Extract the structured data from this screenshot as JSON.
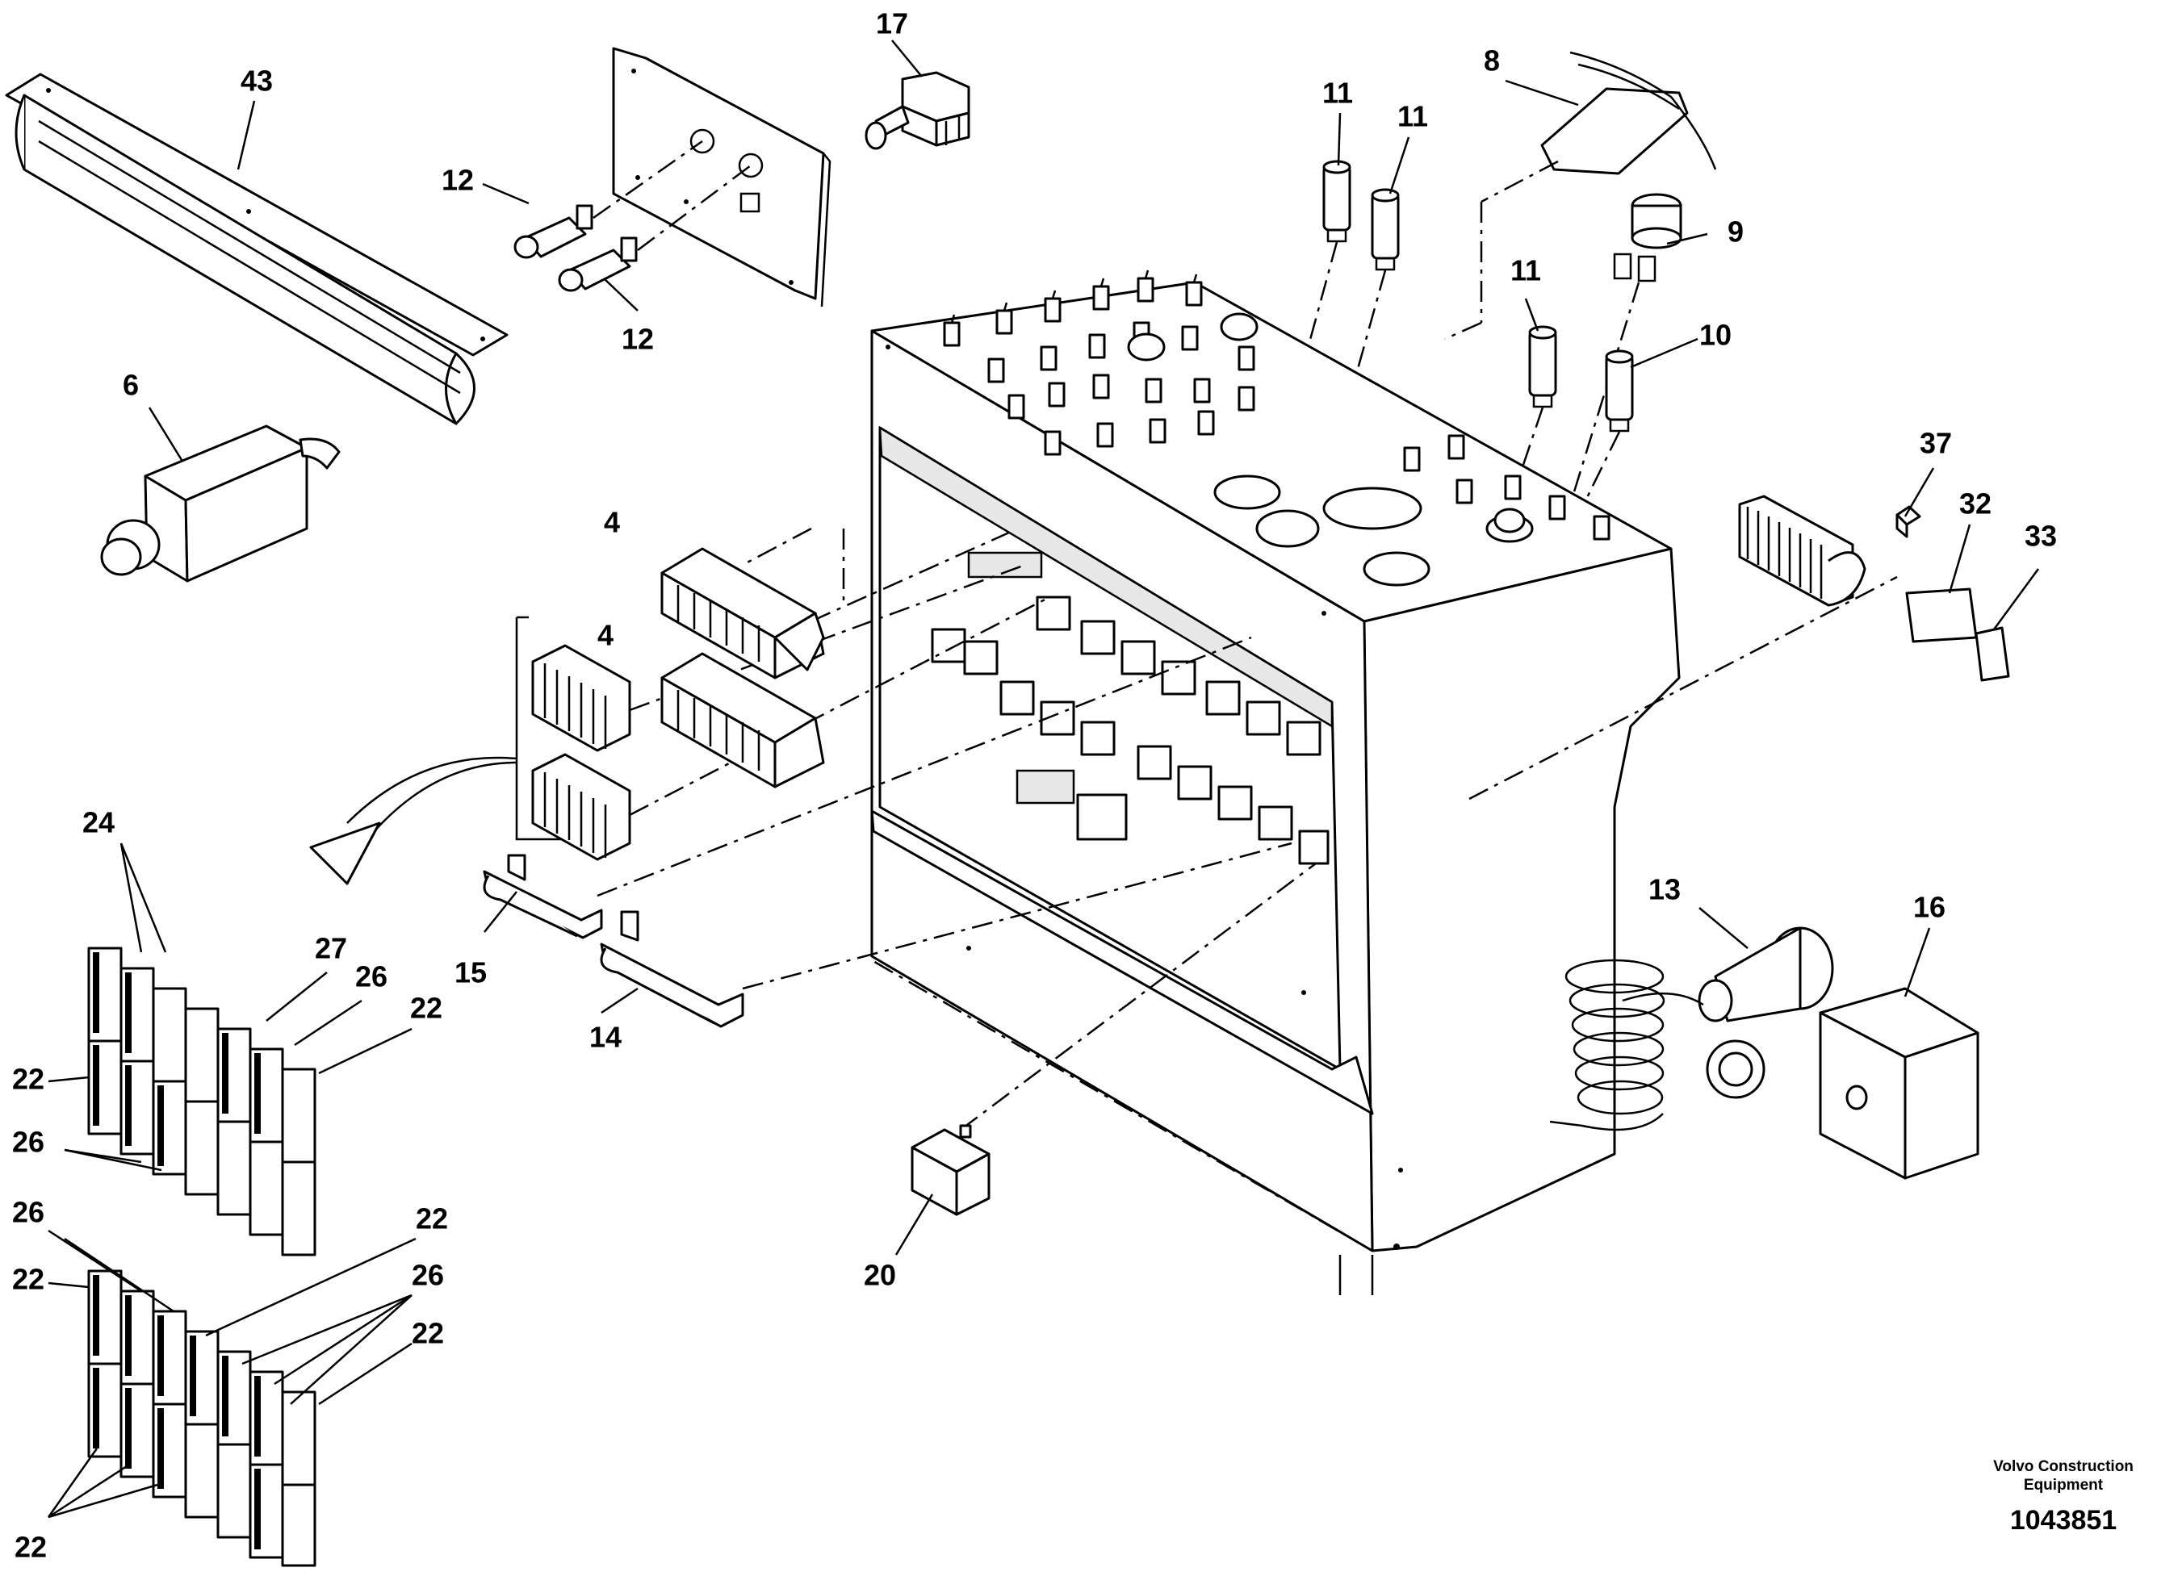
{
  "diagram": {
    "part_labels": [
      {
        "id": "p43",
        "text": "43"
      },
      {
        "id": "p17",
        "text": "17"
      },
      {
        "id": "p12a",
        "text": "12"
      },
      {
        "id": "p12b",
        "text": "12"
      },
      {
        "id": "p11a",
        "text": "11"
      },
      {
        "id": "p11b",
        "text": "11"
      },
      {
        "id": "p11c",
        "text": "11"
      },
      {
        "id": "p8",
        "text": "8"
      },
      {
        "id": "p9",
        "text": "9"
      },
      {
        "id": "p10",
        "text": "10"
      },
      {
        "id": "p6",
        "text": "6"
      },
      {
        "id": "p4a",
        "text": "4"
      },
      {
        "id": "p4b",
        "text": "4"
      },
      {
        "id": "p37",
        "text": "37"
      },
      {
        "id": "p32",
        "text": "32"
      },
      {
        "id": "p33",
        "text": "33"
      },
      {
        "id": "p24",
        "text": "24"
      },
      {
        "id": "p27",
        "text": "27"
      },
      {
        "id": "p26a",
        "text": "26"
      },
      {
        "id": "p22a",
        "text": "22"
      },
      {
        "id": "p22b",
        "text": "22"
      },
      {
        "id": "p26b",
        "text": "26"
      },
      {
        "id": "p15",
        "text": "15"
      },
      {
        "id": "p14",
        "text": "14"
      },
      {
        "id": "p13",
        "text": "13"
      },
      {
        "id": "p16",
        "text": "16"
      },
      {
        "id": "p20",
        "text": "20"
      },
      {
        "id": "p26c",
        "text": "26"
      },
      {
        "id": "p22c",
        "text": "22"
      },
      {
        "id": "p22d",
        "text": "22"
      },
      {
        "id": "p26d",
        "text": "26"
      },
      {
        "id": "p22e",
        "text": "22"
      },
      {
        "id": "p22f",
        "text": "22"
      }
    ]
  },
  "footer": {
    "company_line1": "Volvo Construction",
    "company_line2": "Equipment",
    "drawing_number": "1043851"
  }
}
